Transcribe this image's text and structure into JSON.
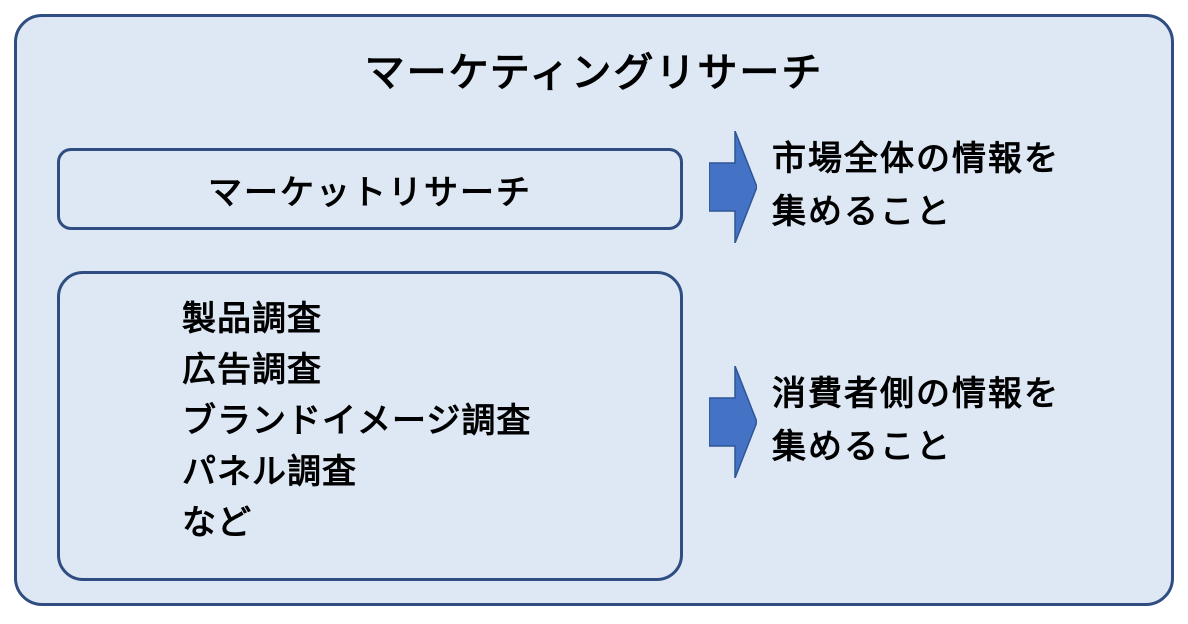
{
  "title": "マーケティングリサーチ",
  "market_research": {
    "label": "マーケットリサーチ",
    "description": [
      "市場全体の情報を",
      "集めること"
    ]
  },
  "consumer_research": {
    "items": [
      "製品調査",
      "広告調査",
      "ブランドイメージ調査",
      "パネル調査",
      "など"
    ],
    "description": [
      "消費者側の情報を",
      "集めること"
    ]
  },
  "icons": {
    "arrow": "arrow-right-icon"
  },
  "colors": {
    "panel_fill": "#dde8f4",
    "border": "#2f4d80",
    "arrow_fill": "#4472c4",
    "text": "#000000"
  }
}
